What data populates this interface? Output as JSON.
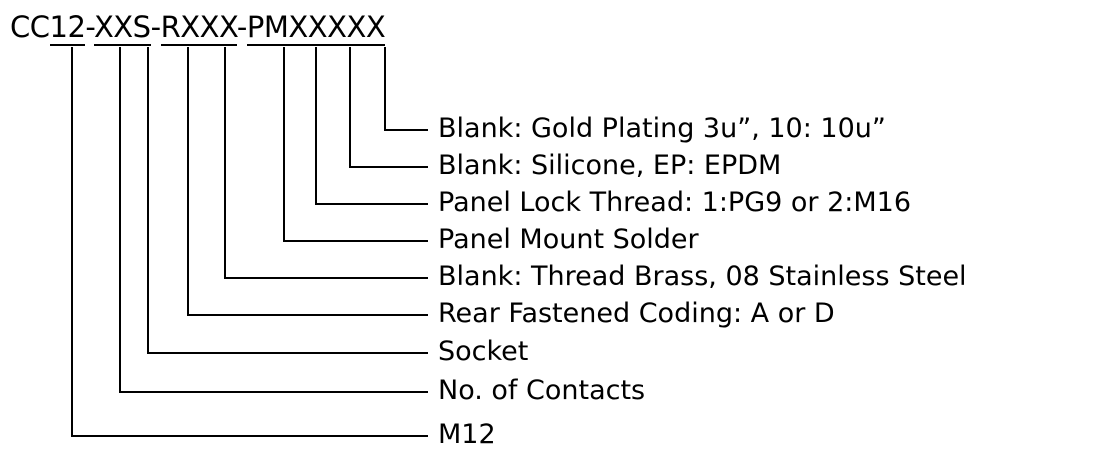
{
  "part_code": {
    "segments": [
      {
        "text": "CC",
        "underlined": false
      },
      {
        "text": "12",
        "underlined": true
      },
      {
        "text": "-",
        "underlined": false
      },
      {
        "text": "XXS",
        "underlined": true
      },
      {
        "text": "-",
        "underlined": false
      },
      {
        "text": "RXXX",
        "underlined": true
      },
      {
        "text": "-",
        "underlined": false
      },
      {
        "text": "PMXXXXX",
        "underlined": true
      }
    ]
  },
  "labels": [
    "Blank: Gold Plating 3u”, 10: 10u”",
    "Blank: Silicone, EP: EPDM",
    "Panel Lock Thread: 1:PG9 or 2:M16",
    "Panel Mount Solder",
    "Blank: Thread Brass, 08 Stainless Steel",
    "Rear Fastened Coding: A or D",
    "Socket",
    "No. of Contacts",
    "M12"
  ]
}
